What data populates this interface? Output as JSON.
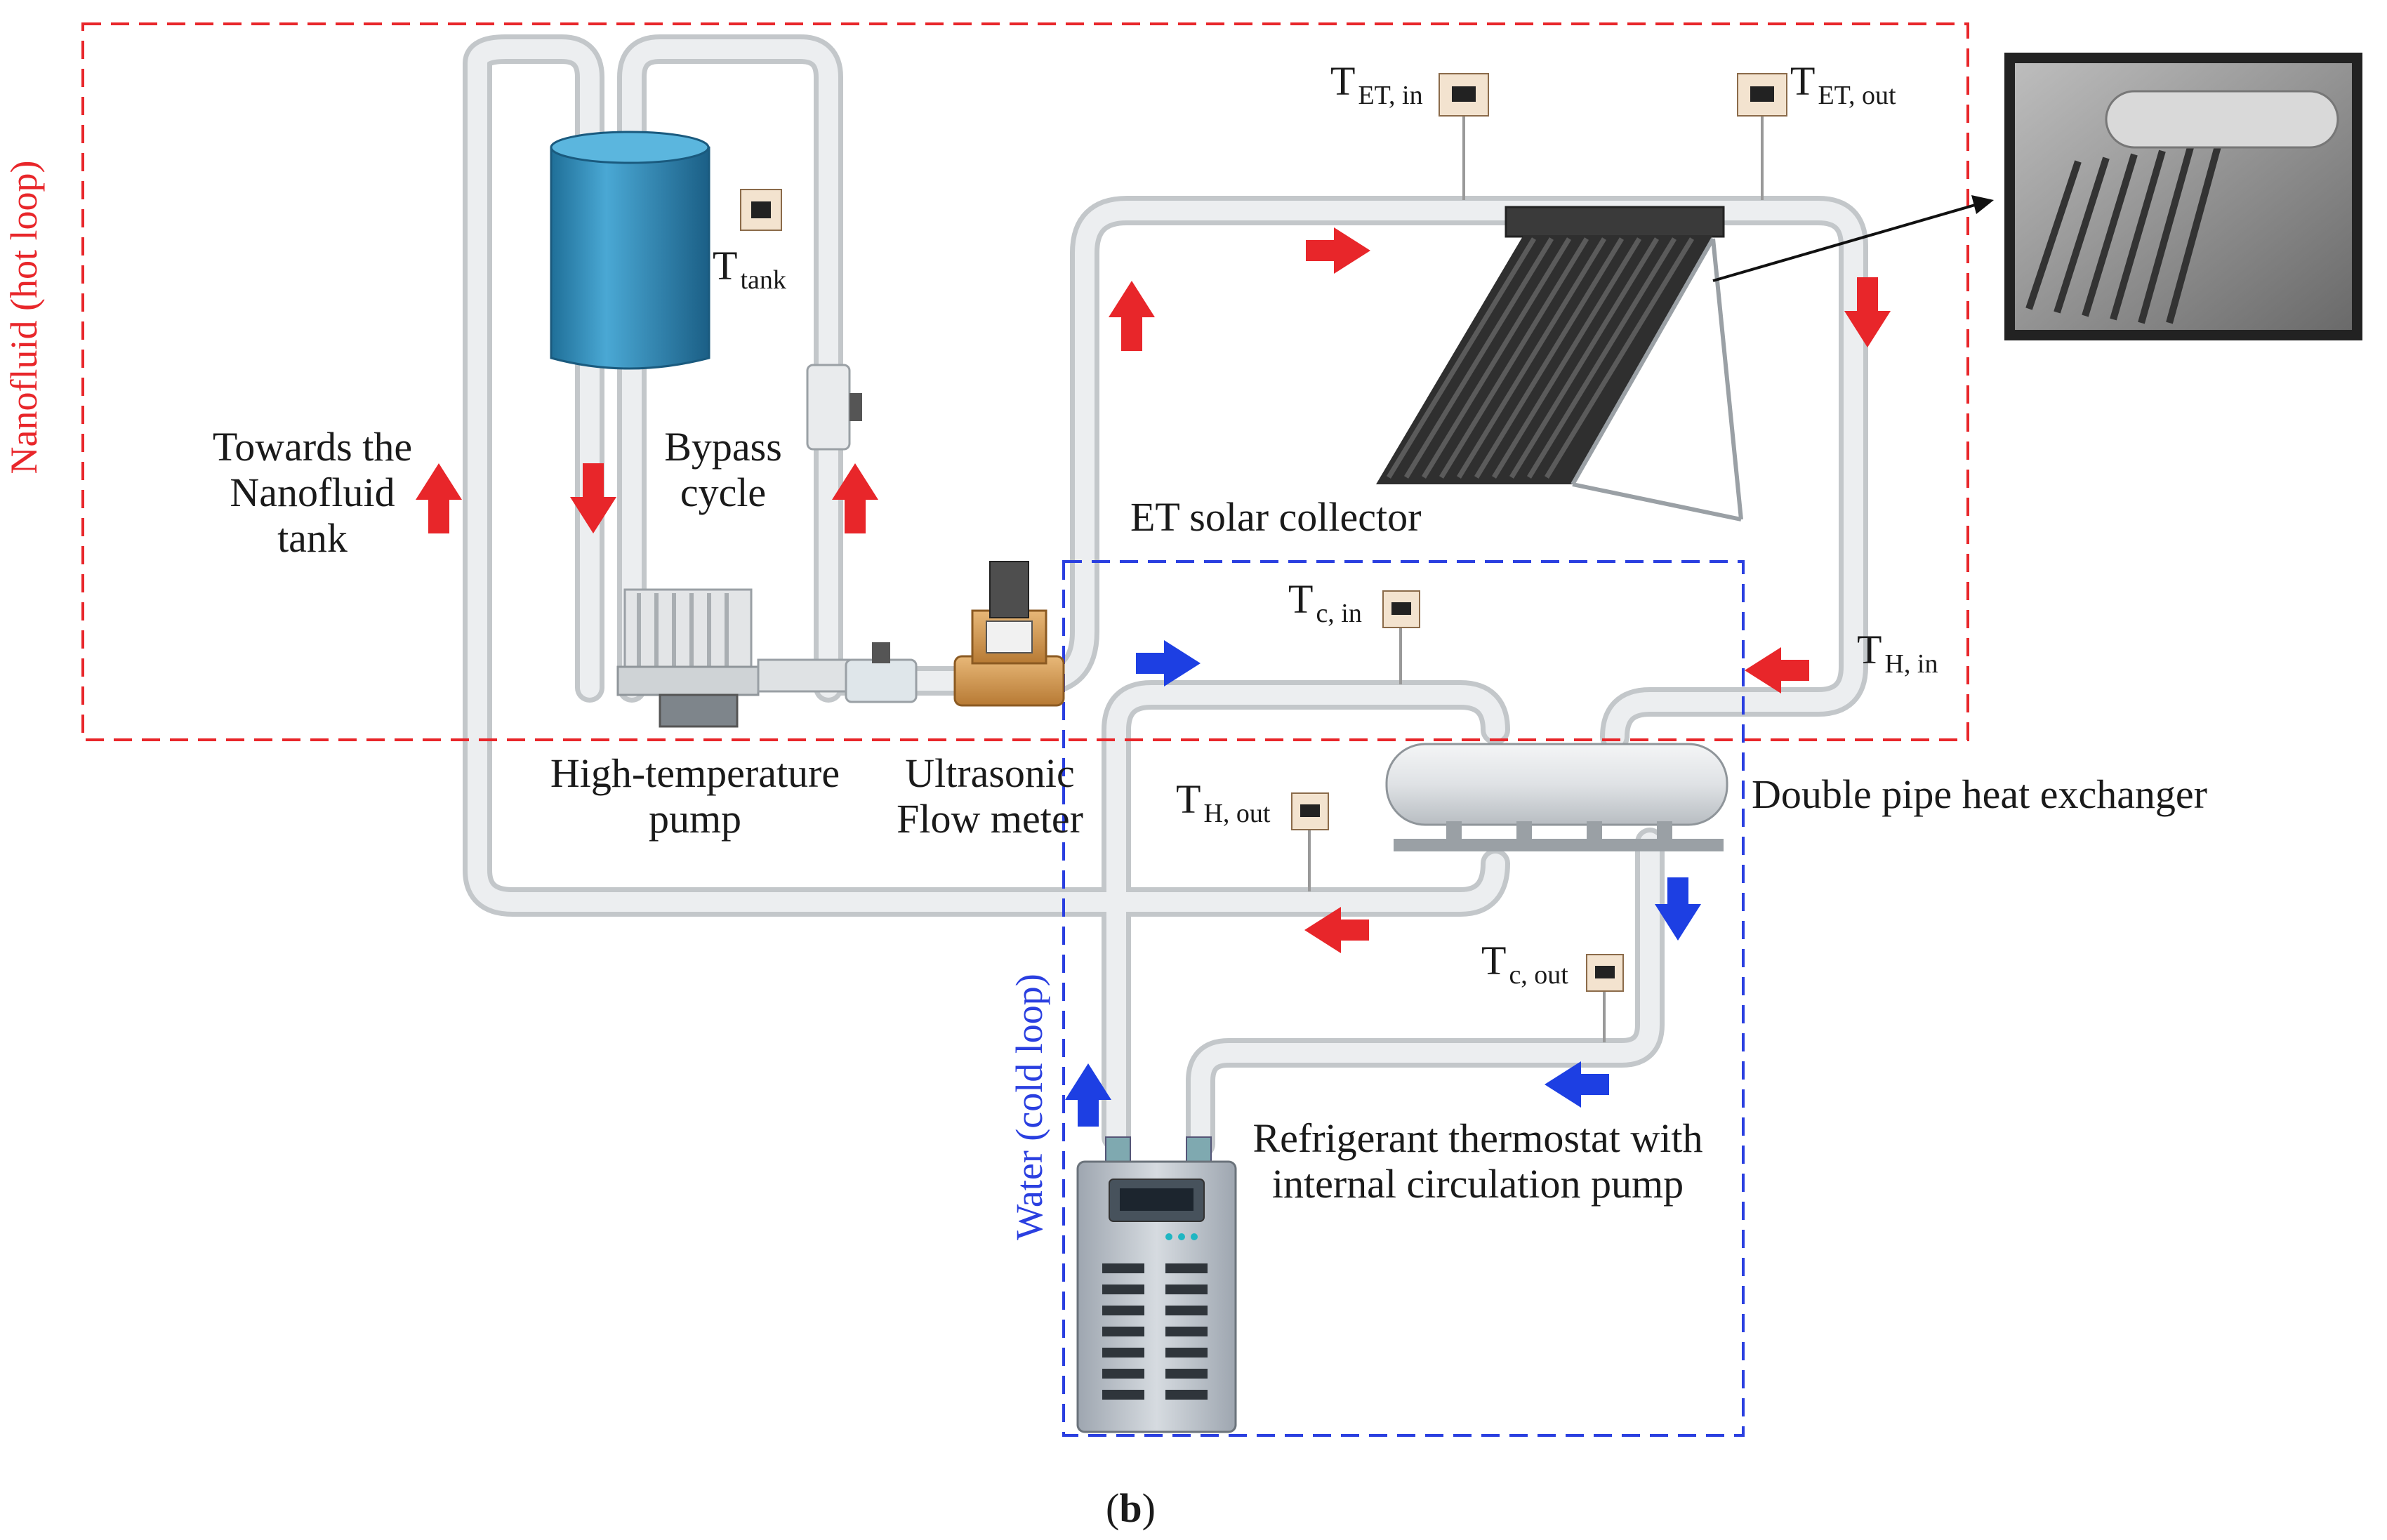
{
  "loops": {
    "hot": {
      "label": "Nanofluid (hot loop)",
      "color": "#e8262a"
    },
    "cold": {
      "label": "Water (cold loop)",
      "color": "#2a3fe0"
    }
  },
  "components": {
    "towards_tank": {
      "line1": "Towards the",
      "line2": "Nanofluid",
      "line3": "tank"
    },
    "bypass": {
      "line1": "Bypass",
      "line2": "cycle"
    },
    "pump": {
      "line1": "High-temperature",
      "line2": "pump"
    },
    "flow_meter": {
      "line1": "Ultrasonic",
      "line2": "Flow meter"
    },
    "collector": "ET solar collector",
    "heat_exchanger": "Double pipe heat exchanger",
    "thermostat": {
      "line1": "Refrigerant thermostat with",
      "line2": "internal circulation pump"
    }
  },
  "sensors": {
    "t_tank": {
      "main": "T",
      "sub": "tank"
    },
    "t_et_in": {
      "main": "T",
      "sub": "ET, in"
    },
    "t_et_out": {
      "main": "T",
      "sub": "ET, out"
    },
    "t_c_in": {
      "main": "T",
      "sub": "c, in"
    },
    "t_h_in": {
      "main": "T",
      "sub": "H, in"
    },
    "t_h_out": {
      "main": "T",
      "sub": "H, out"
    },
    "t_c_out": {
      "main": "T",
      "sub": "c, out"
    }
  },
  "caption": {
    "open": "(",
    "letter": "b",
    "close": ")"
  },
  "colors": {
    "pipe": "#e4e6e8",
    "pipe_edge": "#c3c7ca",
    "hot_arrow": "#e8262a",
    "cold_arrow": "#1d3fe3",
    "tank": "#2a86b5"
  }
}
